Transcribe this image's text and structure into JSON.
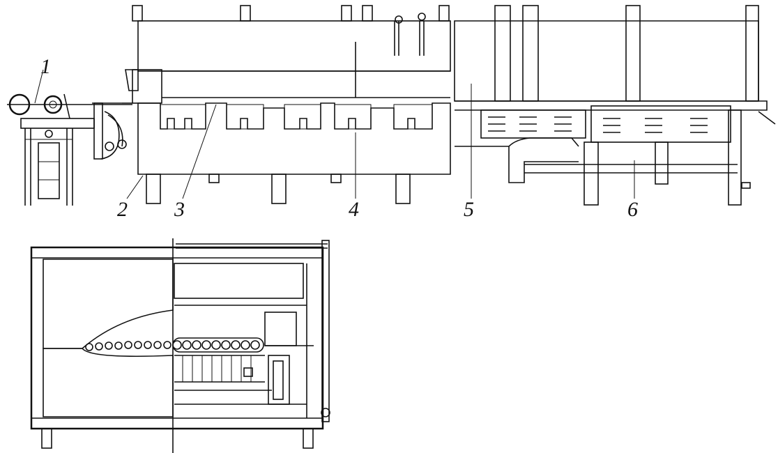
{
  "diagram": {
    "callouts": [
      {
        "id": "1",
        "label": "1"
      },
      {
        "id": "2",
        "label": "2"
      },
      {
        "id": "3",
        "label": "3"
      },
      {
        "id": "4",
        "label": "4"
      },
      {
        "id": "5",
        "label": "5"
      },
      {
        "id": "6",
        "label": "6"
      }
    ],
    "colors": {
      "line": "#111111",
      "background": "#ffffff",
      "hatch": "#111111"
    }
  }
}
